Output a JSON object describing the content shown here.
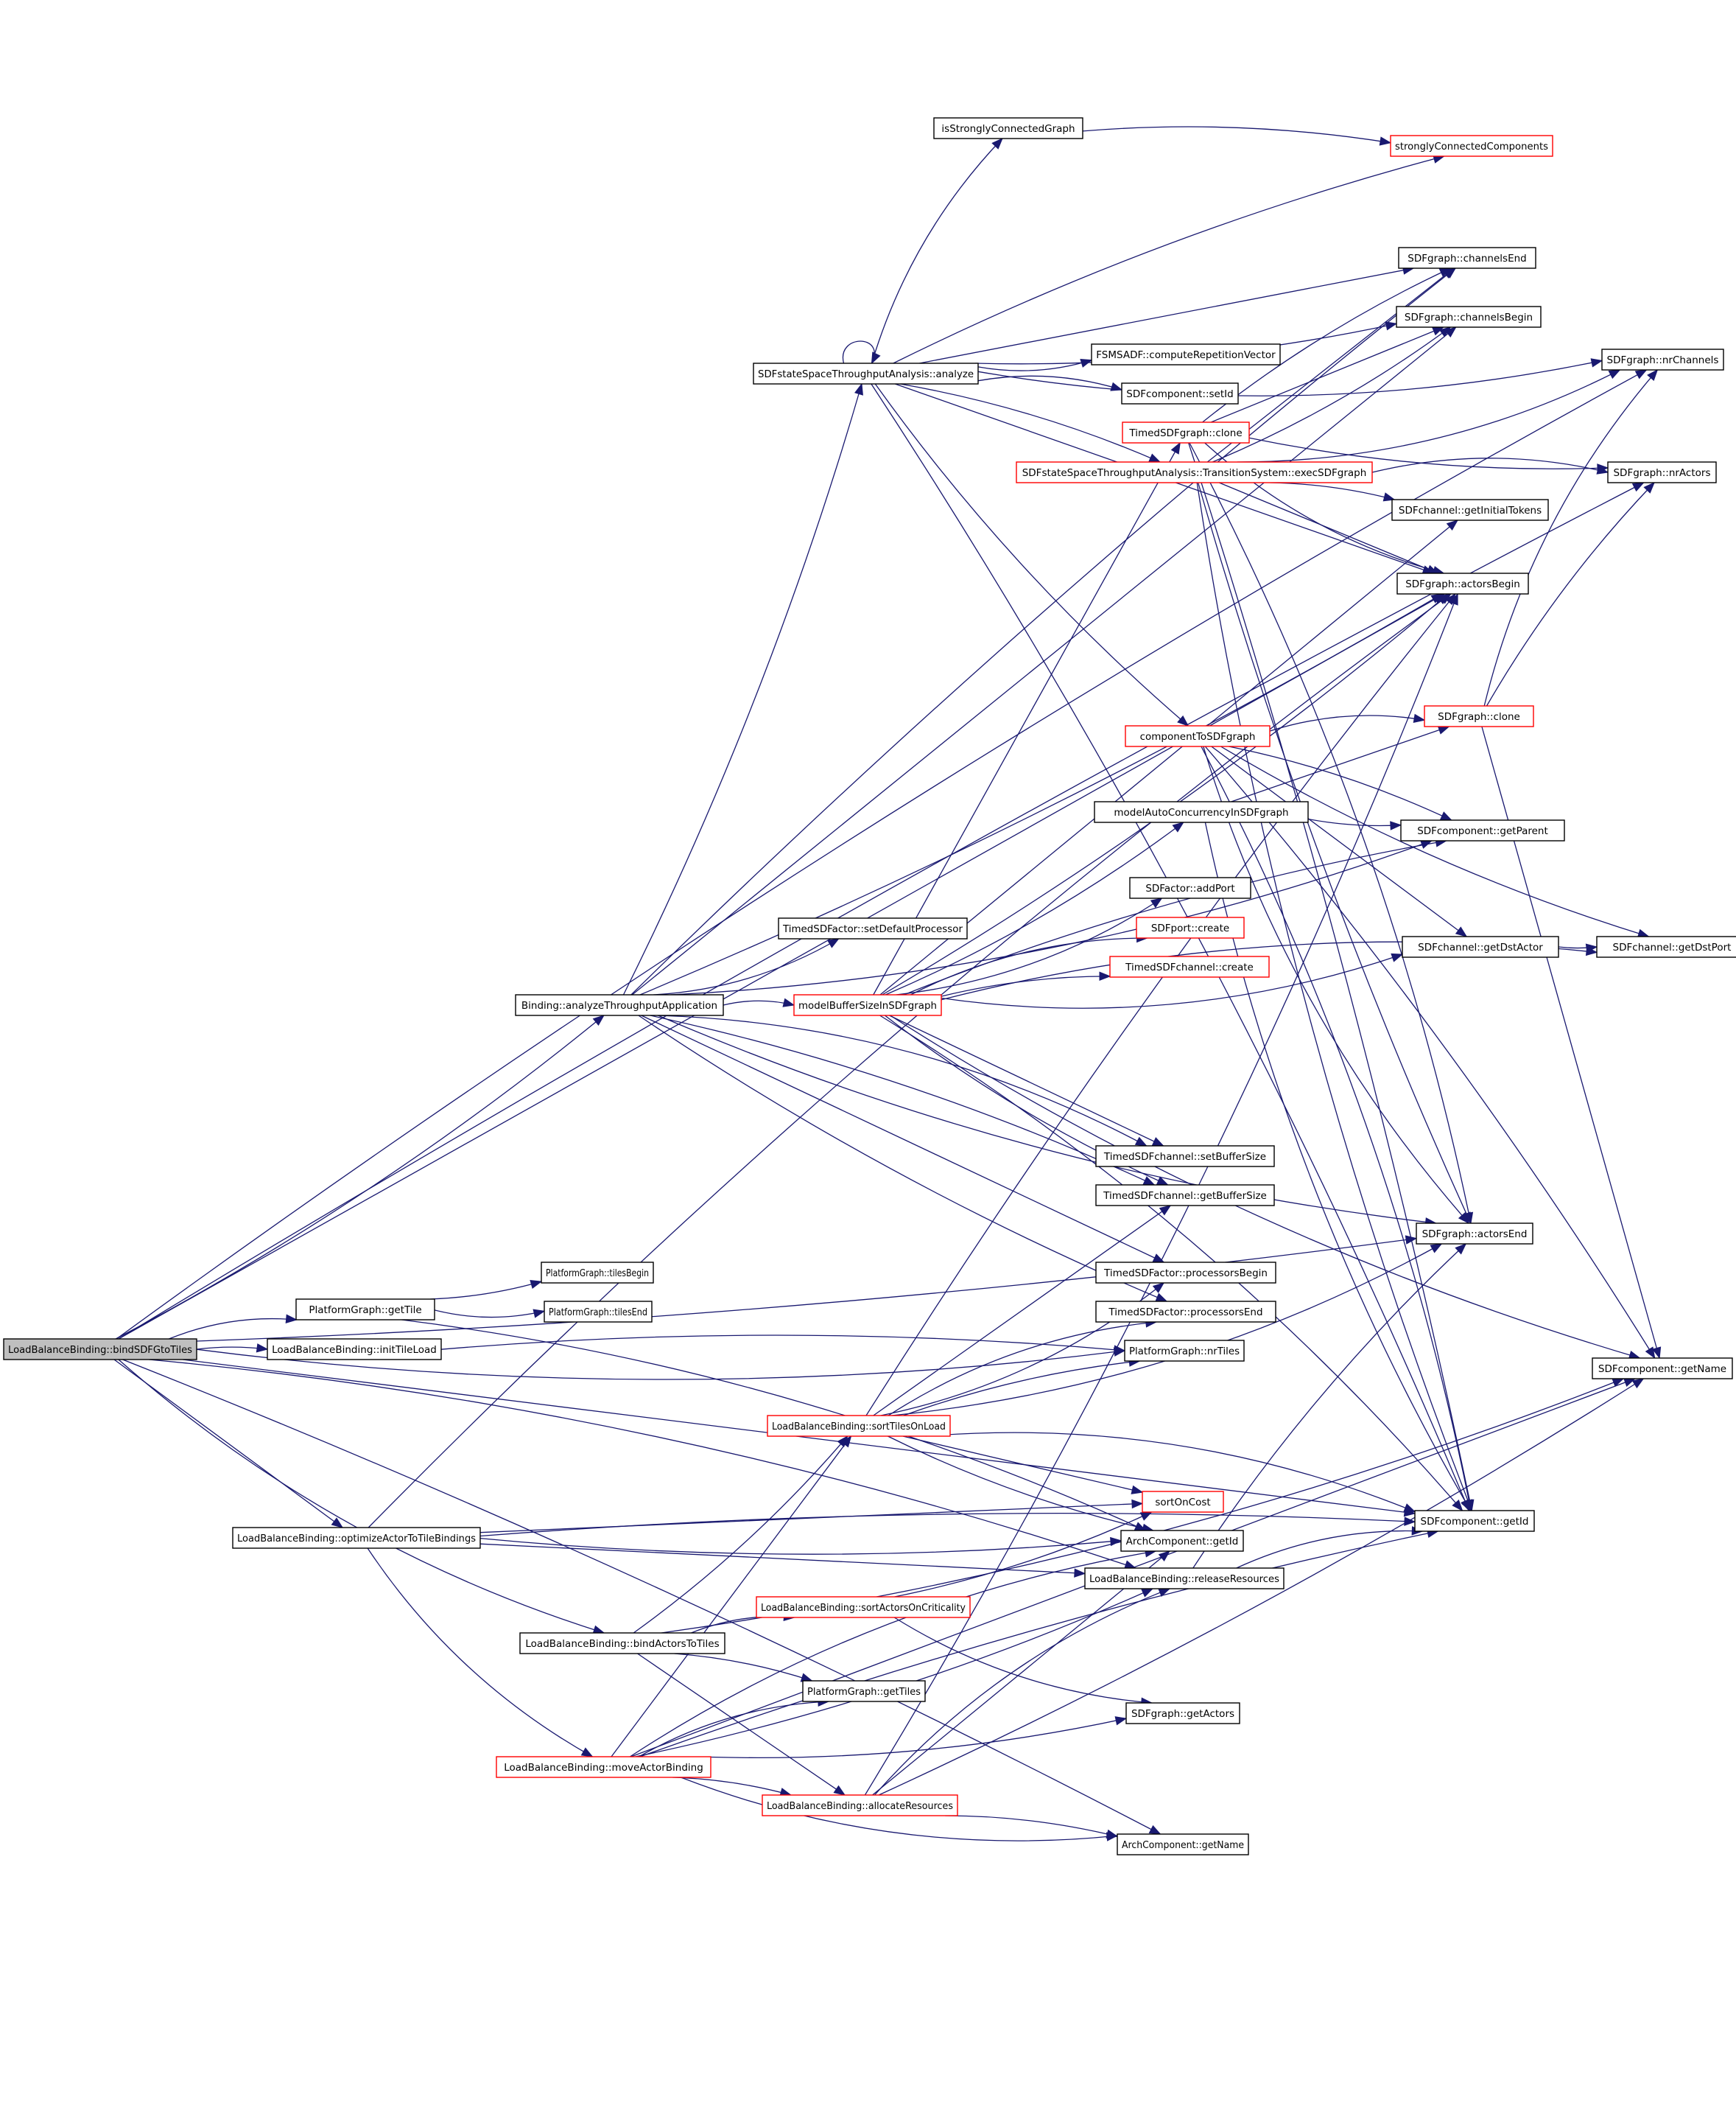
{
  "diagram": {
    "title": "LoadBalanceBinding::bindSDFGtoTiles",
    "type": "call-graph",
    "colors": {
      "edge": "#191970",
      "node_border": "#000000",
      "truncated_node_border": "#ff0000",
      "root_fill": "#bfbfbf",
      "background": "#ffffff"
    },
    "root": "bindSDFGtoTiles",
    "nodes": [
      {
        "id": "bindSDFGtoTiles",
        "label": "LoadBalanceBinding::bindSDFGtoTiles",
        "truncated": false,
        "root": true
      },
      {
        "id": "getTile",
        "label": "PlatformGraph::getTile",
        "truncated": false
      },
      {
        "id": "initTileLoad",
        "label": "LoadBalanceBinding::initTileLoad",
        "truncated": false
      },
      {
        "id": "optimizeActorToTileBindings",
        "label": "LoadBalanceBinding::optimizeActorToTileBindings",
        "truncated": false
      },
      {
        "id": "analyzeThroughputApplication",
        "label": "Binding::analyzeThroughputApplication",
        "truncated": false
      },
      {
        "id": "bindActorsToTiles",
        "label": "LoadBalanceBinding::bindActorsToTiles",
        "truncated": false
      },
      {
        "id": "moveActorBinding",
        "label": "LoadBalanceBinding::moveActorBinding",
        "truncated": true
      },
      {
        "id": "analyze",
        "label": "SDFstateSpaceThroughputAnalysis::analyze",
        "truncated": false
      },
      {
        "id": "setDefaultProcessor",
        "label": "TimedSDFactor::setDefaultProcessor",
        "truncated": false
      },
      {
        "id": "modelBufferSizeInSDFgraph",
        "label": "modelBufferSizeInSDFgraph",
        "truncated": true
      },
      {
        "id": "tilesBegin",
        "label": "PlatformGraph::tilesBegin",
        "truncated": false
      },
      {
        "id": "tilesEnd",
        "label": "PlatformGraph::tilesEnd",
        "truncated": false
      },
      {
        "id": "sortTilesOnLoad",
        "label": "LoadBalanceBinding::sortTilesOnLoad",
        "truncated": true
      },
      {
        "id": "sortActorsOnCriticality",
        "label": "LoadBalanceBinding::sortActorsOnCriticality",
        "truncated": true
      },
      {
        "id": "getTiles",
        "label": "PlatformGraph::getTiles",
        "truncated": false
      },
      {
        "id": "allocateResources",
        "label": "LoadBalanceBinding::allocateResources",
        "truncated": true
      },
      {
        "id": "isStronglyConnectedGraph",
        "label": "isStronglyConnectedGraph",
        "truncated": false
      },
      {
        "id": "computeRepetitionVector",
        "label": "FSMSADF::computeRepetitionVector",
        "truncated": false
      },
      {
        "id": "setId",
        "label": "SDFcomponent::setId",
        "truncated": false
      },
      {
        "id": "TimedSDFgraphClone",
        "label": "TimedSDFgraph::clone",
        "truncated": true
      },
      {
        "id": "execSDFgraph",
        "label": "SDFstateSpaceThroughputAnalysis::TransitionSystem::execSDFgraph",
        "truncated": true
      },
      {
        "id": "componentToSDFgraph",
        "label": "componentToSDFgraph",
        "truncated": true
      },
      {
        "id": "modelAutoConcurrencyInSDFgraph",
        "label": "modelAutoConcurrencyInSDFgraph",
        "truncated": false
      },
      {
        "id": "addPort",
        "label": "SDFactor::addPort",
        "truncated": false
      },
      {
        "id": "SDFportCreate",
        "label": "SDFport::create",
        "truncated": true
      },
      {
        "id": "TimedSDFchannelCreate",
        "label": "TimedSDFchannel::create",
        "truncated": true
      },
      {
        "id": "setBufferSize",
        "label": "TimedSDFchannel::setBufferSize",
        "truncated": false
      },
      {
        "id": "getBufferSize",
        "label": "TimedSDFchannel::getBufferSize",
        "truncated": false
      },
      {
        "id": "processorsBegin",
        "label": "TimedSDFactor::processorsBegin",
        "truncated": false
      },
      {
        "id": "processorsEnd",
        "label": "TimedSDFactor::processorsEnd",
        "truncated": false
      },
      {
        "id": "nrTiles",
        "label": "PlatformGraph::nrTiles",
        "truncated": false
      },
      {
        "id": "sortOnCost",
        "label": "sortOnCost",
        "truncated": true
      },
      {
        "id": "ArchGetId",
        "label": "ArchComponent::getId",
        "truncated": false
      },
      {
        "id": "releaseResources",
        "label": "LoadBalanceBinding::releaseResources",
        "truncated": false
      },
      {
        "id": "getActors",
        "label": "SDFgraph::getActors",
        "truncated": false
      },
      {
        "id": "ArchGetName",
        "label": "ArchComponent::getName",
        "truncated": false
      },
      {
        "id": "stronglyConnectedComponents",
        "label": "stronglyConnectedComponents",
        "truncated": true
      },
      {
        "id": "channelsEnd",
        "label": "SDFgraph::channelsEnd",
        "truncated": false
      },
      {
        "id": "channelsBegin",
        "label": "SDFgraph::channelsBegin",
        "truncated": false
      },
      {
        "id": "getInitialTokens",
        "label": "SDFchannel::getInitialTokens",
        "truncated": false
      },
      {
        "id": "actorsBegin",
        "label": "SDFgraph::actorsBegin",
        "truncated": false
      },
      {
        "id": "SDFgraphClone",
        "label": "SDFgraph::clone",
        "truncated": true
      },
      {
        "id": "getParent",
        "label": "SDFcomponent::getParent",
        "truncated": false
      },
      {
        "id": "getDstActor",
        "label": "SDFchannel::getDstActor",
        "truncated": false
      },
      {
        "id": "actorsEnd",
        "label": "SDFgraph::actorsEnd",
        "truncated": false
      },
      {
        "id": "SDFgetId",
        "label": "SDFcomponent::getId",
        "truncated": false
      },
      {
        "id": "nrChannels",
        "label": "SDFgraph::nrChannels",
        "truncated": false
      },
      {
        "id": "nrActors",
        "label": "SDFgraph::nrActors",
        "truncated": false
      },
      {
        "id": "getDstPort",
        "label": "SDFchannel::getDstPort",
        "truncated": false
      },
      {
        "id": "SDFgetName",
        "label": "SDFcomponent::getName",
        "truncated": false
      }
    ],
    "edges": [
      [
        "bindSDFGtoTiles",
        "getTile"
      ],
      [
        "bindSDFGtoTiles",
        "initTileLoad"
      ],
      [
        "bindSDFGtoTiles",
        "optimizeActorToTileBindings"
      ],
      [
        "bindSDFGtoTiles",
        "analyzeThroughputApplication"
      ],
      [
        "bindSDFGtoTiles",
        "bindActorsToTiles"
      ],
      [
        "bindSDFGtoTiles",
        "nrChannels"
      ],
      [
        "bindSDFGtoTiles",
        "nrActors"
      ],
      [
        "bindSDFGtoTiles",
        "actorsBegin"
      ],
      [
        "bindSDFGtoTiles",
        "actorsEnd"
      ],
      [
        "bindSDFGtoTiles",
        "nrTiles"
      ],
      [
        "bindSDFGtoTiles",
        "releaseResources"
      ],
      [
        "bindSDFGtoTiles",
        "ArchGetName"
      ],
      [
        "bindSDFGtoTiles",
        "SDFgetId"
      ],
      [
        "getTile",
        "tilesBegin"
      ],
      [
        "getTile",
        "tilesEnd"
      ],
      [
        "getTile",
        "ArchGetId"
      ],
      [
        "initTileLoad",
        "nrTiles"
      ],
      [
        "optimizeActorToTileBindings",
        "sortOnCost"
      ],
      [
        "optimizeActorToTileBindings",
        "ArchGetId"
      ],
      [
        "optimizeActorToTileBindings",
        "moveActorBinding"
      ],
      [
        "optimizeActorToTileBindings",
        "actorsBegin"
      ],
      [
        "optimizeActorToTileBindings",
        "SDFgetId"
      ],
      [
        "optimizeActorToTileBindings",
        "releaseResources"
      ],
      [
        "analyzeThroughputApplication",
        "analyze"
      ],
      [
        "analyzeThroughputApplication",
        "setDefaultProcessor"
      ],
      [
        "analyzeThroughputApplication",
        "modelBufferSizeInSDFgraph"
      ],
      [
        "analyzeThroughputApplication",
        "channelsEnd"
      ],
      [
        "analyzeThroughputApplication",
        "channelsBegin"
      ],
      [
        "analyzeThroughputApplication",
        "actorsBegin"
      ],
      [
        "analyzeThroughputApplication",
        "getParent"
      ],
      [
        "analyzeThroughputApplication",
        "setBufferSize"
      ],
      [
        "analyzeThroughputApplication",
        "getBufferSize"
      ],
      [
        "analyzeThroughputApplication",
        "processorsBegin"
      ],
      [
        "analyzeThroughputApplication",
        "processorsEnd"
      ],
      [
        "analyzeThroughputApplication",
        "actorsEnd"
      ],
      [
        "bindActorsToTiles",
        "sortActorsOnCriticality"
      ],
      [
        "bindActorsToTiles",
        "getTiles"
      ],
      [
        "bindActorsToTiles",
        "allocateResources"
      ],
      [
        "bindActorsToTiles",
        "sortTilesOnLoad"
      ],
      [
        "bindActorsToTiles",
        "SDFgetName"
      ],
      [
        "moveActorBinding",
        "getTiles"
      ],
      [
        "moveActorBinding",
        "allocateResources"
      ],
      [
        "moveActorBinding",
        "sortTilesOnLoad"
      ],
      [
        "moveActorBinding",
        "releaseResources"
      ],
      [
        "moveActorBinding",
        "ArchGetName"
      ],
      [
        "moveActorBinding",
        "ArchGetId"
      ],
      [
        "moveActorBinding",
        "SDFgetId"
      ],
      [
        "moveActorBinding",
        "SDFgetName"
      ],
      [
        "moveActorBinding",
        "getActors"
      ],
      [
        "analyze",
        "analyze"
      ],
      [
        "analyze",
        "isStronglyConnectedGraph"
      ],
      [
        "analyze",
        "stronglyConnectedComponents"
      ],
      [
        "analyze",
        "channelsEnd"
      ],
      [
        "analyze",
        "channelsBegin"
      ],
      [
        "analyze",
        "computeRepetitionVector"
      ],
      [
        "analyze",
        "setId"
      ],
      [
        "analyze",
        "execSDFgraph"
      ],
      [
        "analyze",
        "actorsBegin"
      ],
      [
        "analyze",
        "componentToSDFgraph"
      ],
      [
        "analyze",
        "nrChannels"
      ],
      [
        "analyze",
        "SDFgetId"
      ],
      [
        "isStronglyConnectedGraph",
        "stronglyConnectedComponents"
      ],
      [
        "modelBufferSizeInSDFgraph",
        "TimedSDFgraphClone"
      ],
      [
        "modelBufferSizeInSDFgraph",
        "modelAutoConcurrencyInSDFgraph"
      ],
      [
        "modelBufferSizeInSDFgraph",
        "addPort"
      ],
      [
        "modelBufferSizeInSDFgraph",
        "SDFportCreate"
      ],
      [
        "modelBufferSizeInSDFgraph",
        "TimedSDFchannelCreate"
      ],
      [
        "modelBufferSizeInSDFgraph",
        "setBufferSize"
      ],
      [
        "modelBufferSizeInSDFgraph",
        "getBufferSize"
      ],
      [
        "modelBufferSizeInSDFgraph",
        "getDstActor"
      ],
      [
        "modelBufferSizeInSDFgraph",
        "getDstPort"
      ],
      [
        "modelBufferSizeInSDFgraph",
        "getParent"
      ],
      [
        "modelBufferSizeInSDFgraph",
        "getInitialTokens"
      ],
      [
        "modelBufferSizeInSDFgraph",
        "actorsBegin"
      ],
      [
        "modelBufferSizeInSDFgraph",
        "SDFgetName"
      ],
      [
        "modelBufferSizeInSDFgraph",
        "SDFgetId"
      ],
      [
        "TimedSDFgraphClone",
        "channelsEnd"
      ],
      [
        "TimedSDFgraphClone",
        "channelsBegin"
      ],
      [
        "TimedSDFgraphClone",
        "nrActors"
      ],
      [
        "TimedSDFgraphClone",
        "actorsBegin"
      ],
      [
        "TimedSDFgraphClone",
        "actorsEnd"
      ],
      [
        "TimedSDFgraphClone",
        "SDFgetId"
      ],
      [
        "execSDFgraph",
        "channelsEnd"
      ],
      [
        "execSDFgraph",
        "channelsBegin"
      ],
      [
        "execSDFgraph",
        "nrChannels"
      ],
      [
        "execSDFgraph",
        "nrActors"
      ],
      [
        "execSDFgraph",
        "getInitialTokens"
      ],
      [
        "execSDFgraph",
        "actorsBegin"
      ],
      [
        "execSDFgraph",
        "actorsEnd"
      ],
      [
        "execSDFgraph",
        "SDFgetId"
      ],
      [
        "componentToSDFgraph",
        "SDFgraphClone"
      ],
      [
        "componentToSDFgraph",
        "getParent"
      ],
      [
        "componentToSDFgraph",
        "getDstActor"
      ],
      [
        "componentToSDFgraph",
        "getDstPort"
      ],
      [
        "componentToSDFgraph",
        "actorsEnd"
      ],
      [
        "componentToSDFgraph",
        "SDFgetId"
      ],
      [
        "componentToSDFgraph",
        "SDFgetName"
      ],
      [
        "modelAutoConcurrencyInSDFgraph",
        "SDFgraphClone"
      ],
      [
        "modelAutoConcurrencyInSDFgraph",
        "getParent"
      ],
      [
        "modelAutoConcurrencyInSDFgraph",
        "SDFgetId"
      ],
      [
        "SDFgraphClone",
        "nrChannels"
      ],
      [
        "SDFgraphClone",
        "nrActors"
      ],
      [
        "SDFgraphClone",
        "SDFgetName"
      ],
      [
        "getDstActor",
        "getDstPort"
      ],
      [
        "sortTilesOnLoad",
        "processorsBegin"
      ],
      [
        "sortTilesOnLoad",
        "processorsEnd"
      ],
      [
        "sortTilesOnLoad",
        "nrTiles"
      ],
      [
        "sortTilesOnLoad",
        "sortOnCost"
      ],
      [
        "sortTilesOnLoad",
        "ArchGetId"
      ],
      [
        "sortTilesOnLoad",
        "actorsEnd"
      ],
      [
        "sortTilesOnLoad",
        "SDFgetId"
      ],
      [
        "sortTilesOnLoad",
        "actorsBegin"
      ],
      [
        "sortTilesOnLoad",
        "getBufferSize"
      ],
      [
        "sortActorsOnCriticality",
        "sortOnCost"
      ],
      [
        "sortActorsOnCriticality",
        "getActors"
      ],
      [
        "allocateResources",
        "releaseResources"
      ],
      [
        "allocateResources",
        "ArchGetName"
      ],
      [
        "allocateResources",
        "ArchGetId"
      ],
      [
        "allocateResources",
        "SDFgetName"
      ],
      [
        "allocateResources",
        "actorsBegin"
      ],
      [
        "releaseResources",
        "SDFgetId"
      ],
      [
        "releaseResources",
        "actorsEnd"
      ]
    ]
  }
}
